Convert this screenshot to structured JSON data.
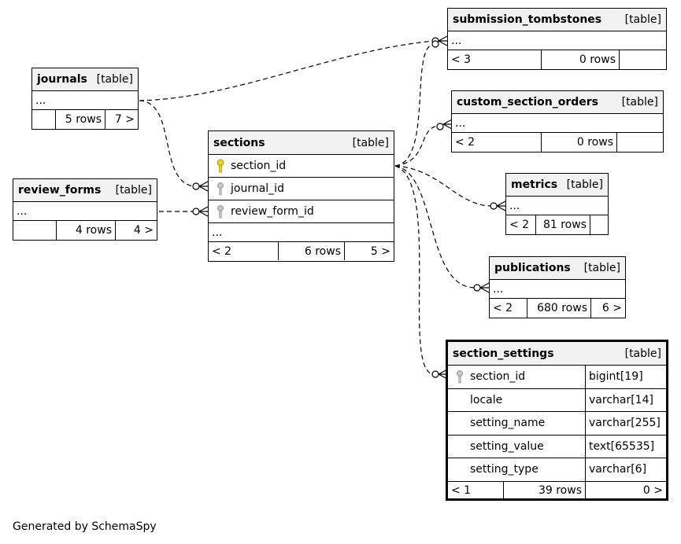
{
  "tables": {
    "submission_tombstones": {
      "name": "submission_tombstones",
      "type": "[table]",
      "ellipsis": "...",
      "parents": "< 3",
      "rows": "0 rows",
      "children": ""
    },
    "journals": {
      "name": "journals",
      "type": "[table]",
      "ellipsis": "...",
      "parents": "",
      "rows": "5 rows",
      "children": "7 >"
    },
    "custom_section_orders": {
      "name": "custom_section_orders",
      "type": "[table]",
      "ellipsis": "...",
      "parents": "< 2",
      "rows": "0 rows",
      "children": ""
    },
    "sections": {
      "name": "sections",
      "type": "[table]",
      "columns": [
        "section_id",
        "journal_id",
        "review_form_id"
      ],
      "ellipsis": "...",
      "parents": "< 2",
      "rows": "6 rows",
      "children": "5 >"
    },
    "review_forms": {
      "name": "review_forms",
      "type": "[table]",
      "ellipsis": "...",
      "parents": "",
      "rows": "4 rows",
      "children": "4 >"
    },
    "metrics": {
      "name": "metrics",
      "type": "[table]",
      "ellipsis": "...",
      "parents": "< 2",
      "rows": "81 rows",
      "children": ""
    },
    "publications": {
      "name": "publications",
      "type": "[table]",
      "ellipsis": "...",
      "parents": "< 2",
      "rows": "680 rows",
      "children": "6 >"
    },
    "section_settings": {
      "name": "section_settings",
      "type": "[table]",
      "columns": [
        {
          "name": "section_id",
          "type": "bigint[19]"
        },
        {
          "name": "locale",
          "type": "varchar[14]"
        },
        {
          "name": "setting_name",
          "type": "varchar[255]"
        },
        {
          "name": "setting_value",
          "type": "text[65535]"
        },
        {
          "name": "setting_type",
          "type": "varchar[6]"
        }
      ],
      "parents": "< 1",
      "rows": "39 rows",
      "children": "0 >"
    }
  },
  "colors": {
    "primary_key": "#e6d51a",
    "foreign_key": "#b0b0b0",
    "header_bg": "#f2f2f2"
  },
  "footer": "Generated by SchemaSpy"
}
